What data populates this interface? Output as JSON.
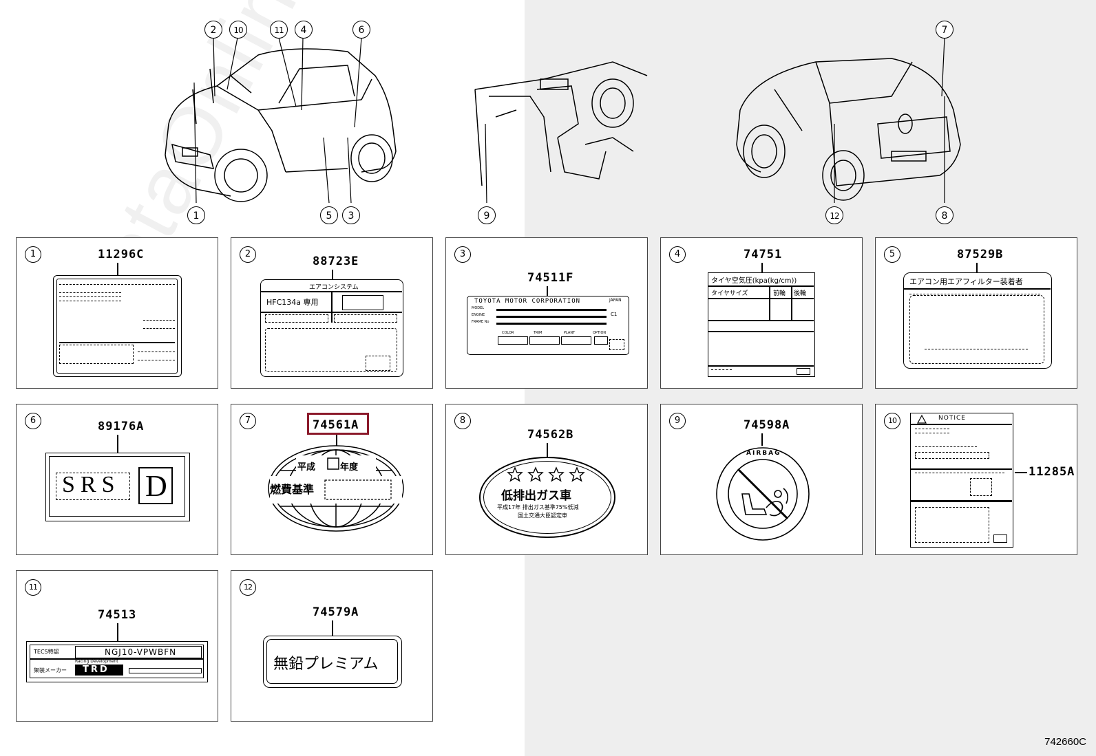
{
  "watermark": "ToyotaOnline.ru",
  "diagram_ref": "742660C",
  "callouts": [
    "1",
    "2",
    "3",
    "4",
    "5",
    "6",
    "7",
    "8",
    "9",
    "10",
    "11",
    "12"
  ],
  "panels": [
    {
      "num": "1",
      "code": "11296C"
    },
    {
      "num": "2",
      "code": "88723E",
      "label_title": "エアコンシステム",
      "label_refrigerant": "HFC134a 専用"
    },
    {
      "num": "3",
      "code": "74511F",
      "label_maker": "TOYOTA MOTOR CORPORATION",
      "label_country": "JAPAN",
      "label_model": "MODEL",
      "label_engine": "ENGINE",
      "label_frame": "FRAME No",
      "label_color": "COLOR",
      "label_trim": "TRIM",
      "label_plant": "PLANT",
      "label_option": "OPTION",
      "label_code": "C1"
    },
    {
      "num": "4",
      "code": "74751",
      "label_title": "タイヤ空気圧(kpa(kg/cm))",
      "col_size": "タイヤサイズ",
      "col_front": "前輪",
      "col_rear": "後輪"
    },
    {
      "num": "5",
      "code": "87529B",
      "label_title": "エアコン用エアフィルター装着者"
    },
    {
      "num": "6",
      "code": "89176A",
      "label_srs": "SRS",
      "label_d": "D"
    },
    {
      "num": "7",
      "code": "74561A",
      "label_year": "平成",
      "label_year2": "年度",
      "label_standard": "燃費基準"
    },
    {
      "num": "8",
      "code": "74562B",
      "label_main": "低排出ガス車",
      "label_line1": "平成17年 排出ガス基準75%低減",
      "label_line2": "国土交通大臣認定車"
    },
    {
      "num": "9",
      "code": "74598A",
      "label_ring": "AIRBAG"
    },
    {
      "num": "10",
      "code": "11285A",
      "label_title": "NOTICE"
    },
    {
      "num": "11",
      "code": "74513",
      "label_model_head": "TECS特認",
      "label_model": "NGJ10-VPWBFN",
      "label_note": "Racing Development",
      "label_maker": "架装メーカー",
      "label_brand": "TRD"
    },
    {
      "num": "12",
      "code": "74579A",
      "label_text": "無鉛プレミアム"
    }
  ],
  "highlight_code": "74561A",
  "colors": {
    "highlight": "#8b1a2b",
    "background_right": "#eeeeee"
  }
}
